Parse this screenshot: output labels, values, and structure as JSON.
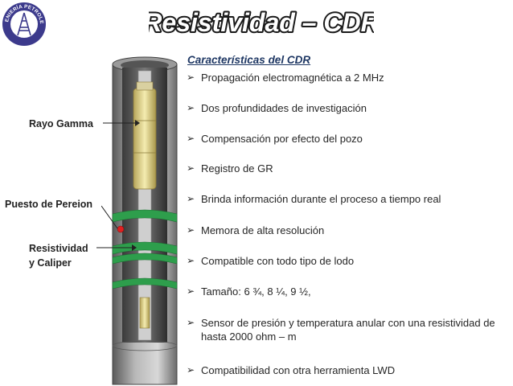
{
  "logo": {
    "text": "INGENIERÍA PETROLERA"
  },
  "title": "Resistividad – CDR",
  "subtitle": "Características del CDR",
  "bullets": [
    "Propagación electromagnética a 2 MHz",
    "Dos profundidades de investigación",
    "Compensación por efecto del pozo",
    "Registro de GR",
    "Brinda información durante el proceso a tiempo real",
    "Memora de alta resolución",
    "Compatible con todo tipo de lodo",
    "Tamaño: 6 ¾, 8 ¼, 9 ½,",
    "Sensor de presión y temperatura anular con una resistividad de hasta 2000 ohm – m",
    "Compatibilidad con otra herramienta LWD"
  ],
  "labels": {
    "gamma": "Rayo Gamma",
    "pereion": "Puesto de Pereion",
    "resist_1": "Resistividad",
    "resist_2": "y Caliper"
  },
  "colors": {
    "title_fill": "#ffffff",
    "title_outline": "#1a1a1a",
    "subtitle": "#1f3864",
    "ring": "#2e9e4c",
    "sensor": "#e02020",
    "logo": "#3c3a8c"
  }
}
